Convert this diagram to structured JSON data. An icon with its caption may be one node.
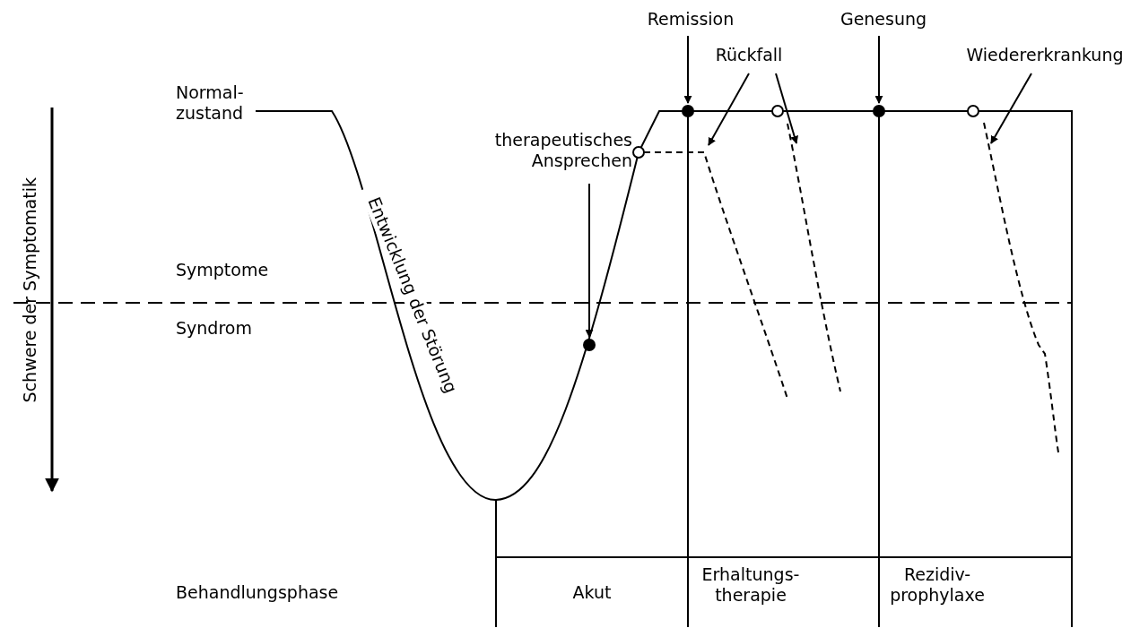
{
  "diagram": {
    "nodes": [
      {
        "text": [
          "Remission"
        ]
      },
      {
        "text": [],
        "shape": "circle"
      },
      {
        "text": [
          "Genesung"
        ]
      },
      {
        "text": [],
        "shape": "circle"
      },
      {
        "text": [
          "Rückfall"
        ]
      },
      {
        "text": [],
        "shape": "curve"
      },
      {
        "text": [],
        "shape": "curve"
      },
      {
        "text": [
          "Wiedererkrankung"
        ]
      },
      {
        "text": [],
        "shape": "curve"
      },
      {
        "text": [
          "therapeutisches Ansprechen"
        ]
      },
      {
        "text": [],
        "shape": "circle"
      }
    ],
    "edges": [
      {
        "from": 0,
        "to": 1,
        "arrow": "to"
      },
      {
        "from": 2,
        "to": 3,
        "arrow": "to"
      },
      {
        "from": 4,
        "to": 5,
        "arrow": "to"
      },
      {
        "from": 4,
        "to": 6,
        "arrow": "to"
      },
      {
        "from": 7,
        "to": 8,
        "arrow": "to"
      },
      {
        "from": 9,
        "to": 10,
        "arrow": "to"
      }
    ],
    "labels": [
      "Normal- zustand",
      "Schwere der Symptomatik",
      "Entwicklung der Störung",
      "Symptome",
      "Syndrom",
      "Behandlungsphase",
      "Akut",
      "Erhaltungs- therapie",
      "Rezidiv- prophylaxe"
    ]
  }
}
